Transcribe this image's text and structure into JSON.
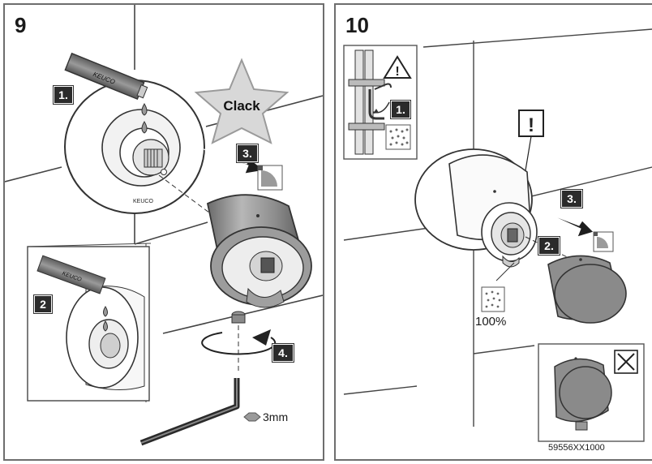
{
  "panel9": {
    "step_number": "9",
    "brand_text": "KEUCO",
    "flange_brand_text": "KEUCO",
    "sound_label": "Clack",
    "badges": [
      "1.",
      "2",
      "3.",
      "4."
    ],
    "tool_size": "3mm"
  },
  "panel10": {
    "step_number": "10",
    "badges": [
      "1.",
      "2.",
      "3."
    ],
    "attention_symbol": "!",
    "flow_label": "100%",
    "article_number": "59556XX1000"
  },
  "colors": {
    "badge_bg": "#2b2b2b",
    "part_gray": "#8a8a8a",
    "frame": "#6e6e6e"
  }
}
